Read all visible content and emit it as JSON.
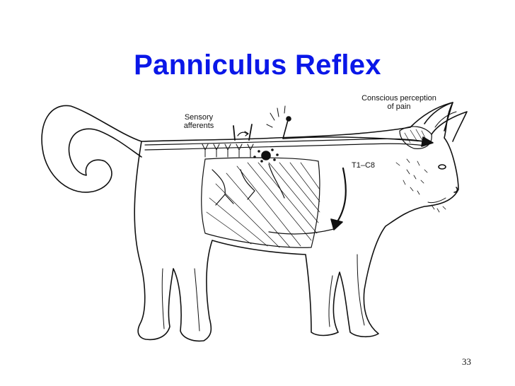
{
  "slide": {
    "title": "Panniculus Reflex",
    "page_number": "33"
  },
  "diagram": {
    "subject": "cat",
    "labels": {
      "sensory_afferents_line1": "Sensory",
      "sensory_afferents_line2": "afferents",
      "conscious_line1": "Conscious perception",
      "conscious_line2": "of pain",
      "spinal_segments": "T1–C8"
    }
  },
  "colors": {
    "title": "#0a17e8",
    "line_art": "#111111",
    "background": "#ffffff"
  }
}
